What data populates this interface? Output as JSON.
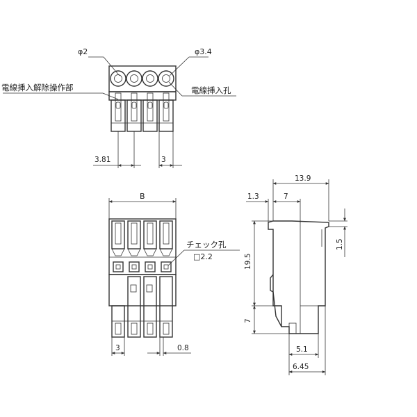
{
  "labels": {
    "phi_small": "φ2",
    "phi_large": "φ3.4",
    "release_part": "電線挿入解除操作部",
    "wire_hole": "電線挿入孔",
    "check_hole": "チェック孔",
    "check_size": "□2.2",
    "width_b": "B"
  },
  "dimensions": {
    "pitch_top": "3.81",
    "pin_top": "3",
    "pin_front": "3",
    "gap_front": "0.8",
    "overall_width": "13.9",
    "side_offset": "1.3",
    "side_body": "7",
    "side_top": "1.5",
    "side_height": "19.5",
    "side_lower": "7",
    "side_bottom_a": "5.1",
    "side_bottom_b": "6.45"
  }
}
